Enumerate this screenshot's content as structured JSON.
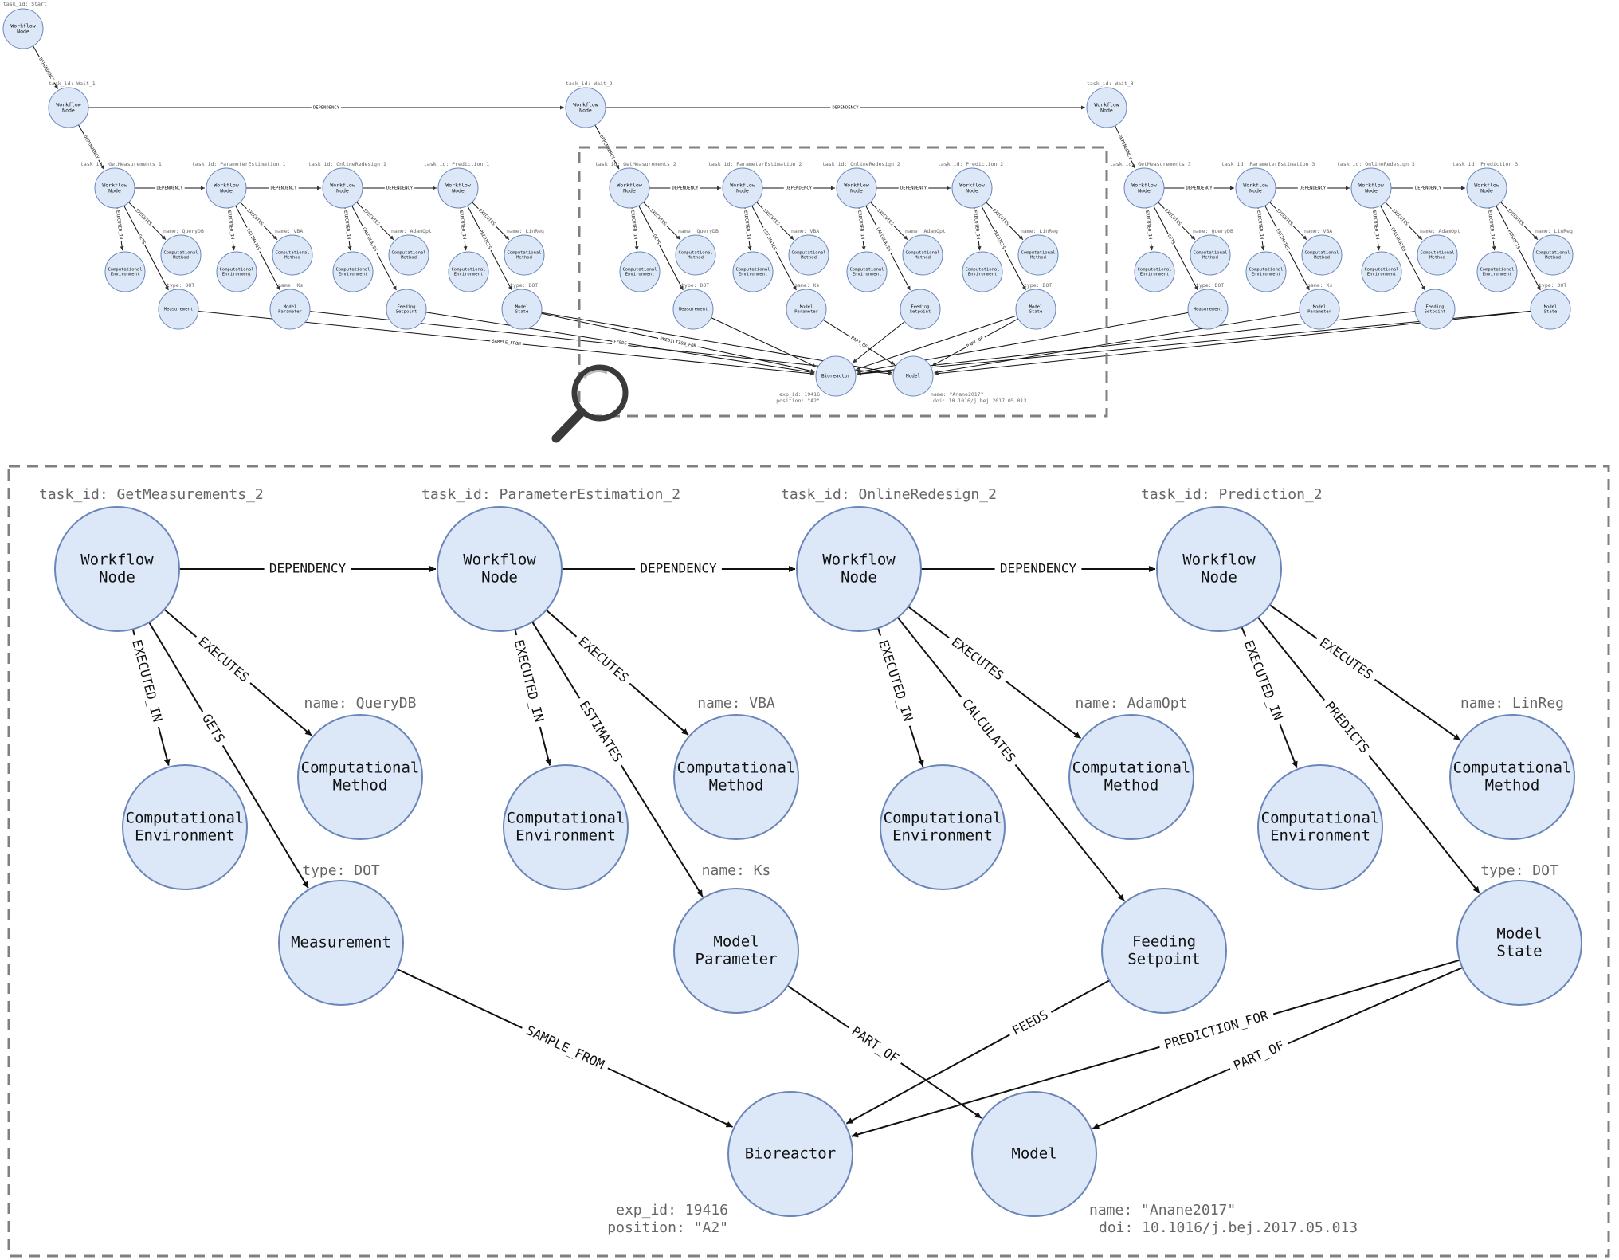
{
  "node_labels": {
    "workflow_node": [
      "Workflow",
      "Node"
    ],
    "computational_environment": [
      "Computational",
      "Environment"
    ],
    "computational_method": [
      "Computational",
      "Method"
    ],
    "measurement": [
      "Measurement"
    ],
    "model_parameter": [
      "Model",
      "Parameter"
    ],
    "feeding_setpoint": [
      "Feeding",
      "Setpoint"
    ],
    "model_state": [
      "Model",
      "State"
    ],
    "bioreactor": [
      "Bioreactor"
    ],
    "model": [
      "Model"
    ]
  },
  "edge_labels": {
    "dependency": "DEPENDENCY",
    "executes": "EXECUTES",
    "executed_in": "EXECUTED_IN",
    "gets": "GETS",
    "estimates": "ESTIMATES",
    "calculates": "CALCULATES",
    "predicts": "PREDICTS",
    "sample_from": "SAMPLE_FROM",
    "part_of": "PART_OF",
    "feeds": "FEEDS",
    "prediction_for": "PREDICTION_FOR"
  },
  "overview": {
    "start_task": "task_id: Start",
    "waits": [
      "task_id: Wait_1",
      "task_id: Wait_2",
      "task_id: Wait_3"
    ],
    "stages": [
      {
        "tasks": [
          "task_id: GetMeasurements_1",
          "task_id: ParameterEstimation_1",
          "task_id: OnlineRedesign_1",
          "task_id: Prediction_1"
        ],
        "methods": [
          "name: QueryDB",
          "name: VBA",
          "name: AdamOpt",
          "name: LinReg"
        ],
        "types": [
          "type: DOT",
          "name: Ks",
          "",
          "type: DOT"
        ]
      },
      {
        "tasks": [
          "task_id: GetMeasurements_2",
          "task_id: ParameterEstimation_2",
          "task_id: OnlineRedesign_2",
          "task_id: Prediction_2"
        ],
        "methods": [
          "name: QueryDB",
          "name: VBA",
          "name: AdamOpt",
          "name: LinReg"
        ],
        "types": [
          "type: DOT",
          "name: Ks",
          "",
          "type: DOT"
        ]
      },
      {
        "tasks": [
          "task_id: GetMeasurements_3",
          "task_id: ParameterEstimation_3",
          "task_id: OnlineRedesign_3",
          "task_id: Prediction_3"
        ],
        "methods": [
          "name: QueryDB",
          "name: VBA",
          "name: AdamOpt",
          "name: LinReg"
        ],
        "types": [
          "type: DOT",
          "name: Ks",
          "",
          "type: DOT"
        ]
      }
    ],
    "bioreactor_props": [
      "exp_id: 19416",
      "position: \"A2\""
    ],
    "model_props": [
      "name: \"Anane2017\"",
      "doi: 10.1016/j.bej.2017.05.013"
    ]
  },
  "detail": {
    "tasks": [
      "task_id: GetMeasurements_2",
      "task_id: ParameterEstimation_2",
      "task_id: OnlineRedesign_2",
      "task_id: Prediction_2"
    ],
    "methods": [
      "name: QueryDB",
      "name: VBA",
      "name: AdamOpt",
      "name: LinReg"
    ],
    "measurement_type": "type: DOT",
    "parameter_name": "name: Ks",
    "state_type": "type: DOT",
    "bioreactor_props": [
      "exp_id: 19416",
      "position: \"A2\""
    ],
    "model_props": [
      "name: \"Anane2017\"",
      "doi: 10.1016/j.bej.2017.05.013"
    ]
  },
  "colors": {
    "node_fill": "#dce8f8",
    "node_stroke": "#6a86b8",
    "edge": "#111111",
    "property_text": "#666666",
    "frame": "#808080",
    "magnifier": "#3a3a3a"
  },
  "icons": [
    "magnifier-icon"
  ]
}
